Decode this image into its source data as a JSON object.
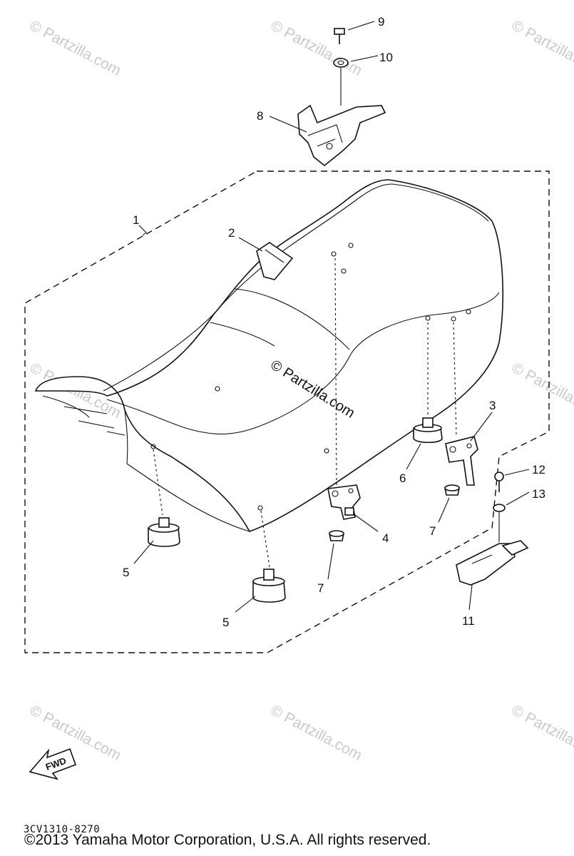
{
  "callouts": [
    {
      "number": "1"
    },
    {
      "number": "2"
    },
    {
      "number": "3"
    },
    {
      "number": "4"
    },
    {
      "number": "5"
    },
    {
      "number": "5"
    },
    {
      "number": "6"
    },
    {
      "number": "7"
    },
    {
      "number": "7"
    },
    {
      "number": "8"
    },
    {
      "number": "9"
    },
    {
      "number": "10"
    },
    {
      "number": "11"
    },
    {
      "number": "12"
    },
    {
      "number": "13"
    }
  ],
  "watermark": {
    "text": "© Partzilla.com",
    "color": "#c9c9c9"
  },
  "center_watermark": {
    "text": "© Partzilla.com"
  },
  "fwd_arrow": {
    "label": "FWD"
  },
  "drawing_code": "3CV1310-8270",
  "copyright": "©2013 Yamaha Motor Corporation, U.S.A. All rights reserved."
}
